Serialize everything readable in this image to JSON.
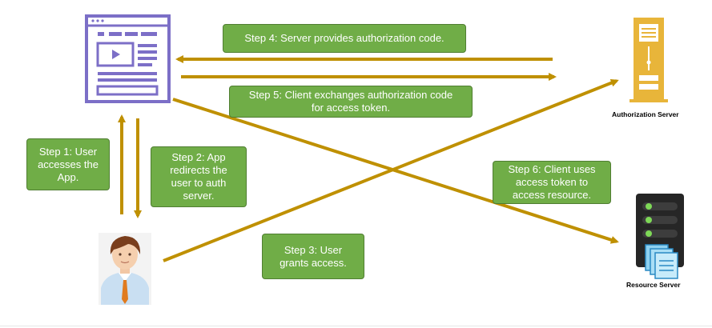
{
  "colors": {
    "arrow": "#bf9000",
    "step_box": "#70ad47",
    "app_icon": "#7c6fc7",
    "server_icon": "#e8b53a",
    "resource_server": "#262626"
  },
  "nodes": {
    "client_app": {
      "icon": "browser-window-icon"
    },
    "user": {
      "icon": "user-avatar-icon"
    },
    "authorization_server": {
      "icon": "server-tower-icon",
      "label": "Authorization Server"
    },
    "resource_server": {
      "icon": "server-with-documents-icon",
      "label": "Resource Server"
    }
  },
  "steps": [
    {
      "id": "step-1",
      "text": "Step 1: User\naccesses the\nApp."
    },
    {
      "id": "step-2",
      "text": "Step 2: App\nredirects the\nuser to auth\nserver."
    },
    {
      "id": "step-3",
      "text": "Step 3: User\ngrants access."
    },
    {
      "id": "step-4",
      "text": "Step 4: Server provides authorization code."
    },
    {
      "id": "step-5",
      "text": "Step 5: Client exchanges authorization code\nfor access token."
    },
    {
      "id": "step-6",
      "text": "Step 6: Client uses\naccess token to\naccess resource."
    }
  ]
}
